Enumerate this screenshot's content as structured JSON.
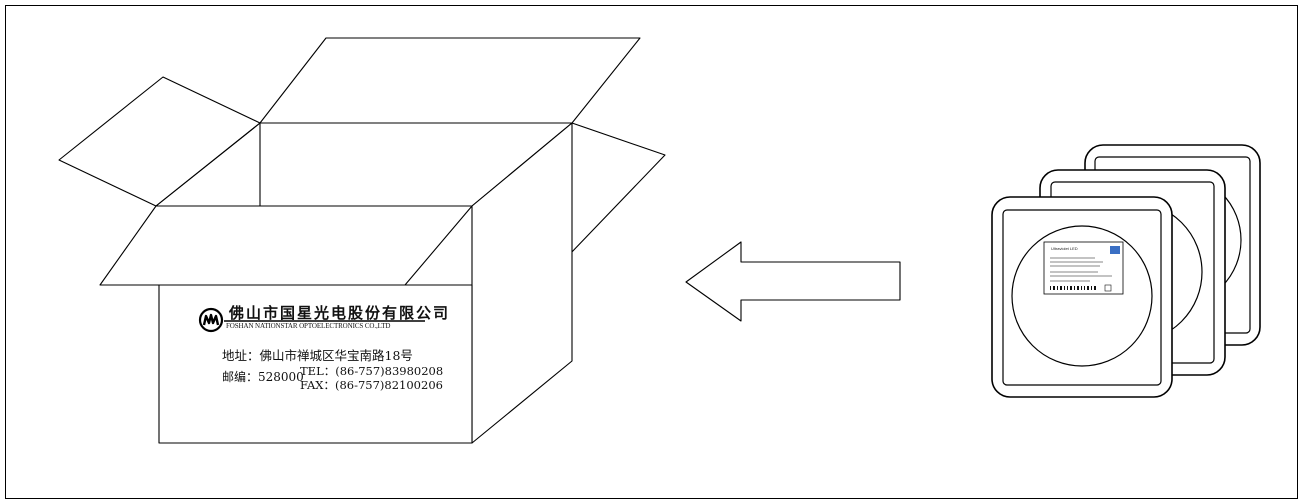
{
  "company": {
    "name_cn": "佛山市国星光电股份有限公司",
    "name_en": "FOSHAN NATIONSTAR OPTOELECTRONICS CO.,LTD",
    "address": "地址：佛山市禅城区华宝南路18号",
    "postcode": "邮编：528000",
    "tel": "TEL：(86-757)83980208",
    "fax": "FAX：(86-757)82100206"
  },
  "reel_label": {
    "title": "Ultraviolet LED",
    "icon": "nationstar-logo-icon"
  },
  "icons": {
    "logo": "nationstar-logo-icon",
    "arrow": "left-arrow-icon"
  },
  "colors": {
    "stroke": "#000000",
    "label_logo": "#3a6fc4",
    "background": "#ffffff"
  }
}
